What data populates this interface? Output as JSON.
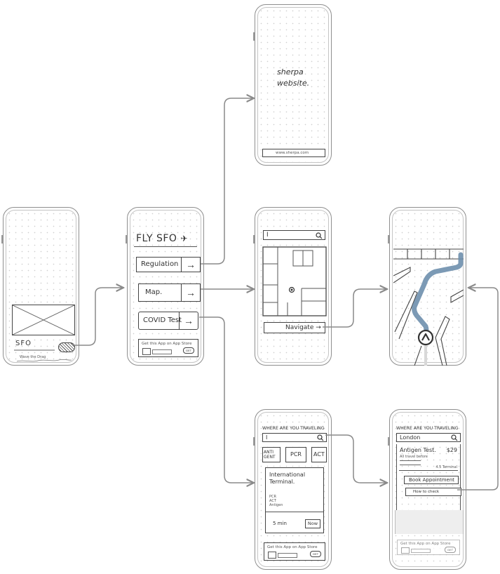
{
  "screen_home": {
    "code": "SFO",
    "footnote": "Wave the Drag"
  },
  "screen_menu": {
    "title": "FLY SFO",
    "items": [
      {
        "label": "Regulation"
      },
      {
        "label": "Map."
      },
      {
        "label": "COVID Test"
      }
    ],
    "banner_text": "Get this App on App Store",
    "banner_button": "GET"
  },
  "screen_web": {
    "line1": "sherpa",
    "line2": "website.",
    "url": "www.sherpa.com"
  },
  "screen_map": {
    "search_value": "I",
    "navigate_label": "Navigate"
  },
  "screen_covid": {
    "question": "WHERE ARE YOU TRAVELING",
    "search_value": "I",
    "filters": [
      "ANTI GENT",
      "PCR",
      "ACT"
    ],
    "card_title_1": "International",
    "card_title_2": "Terminal.",
    "card_tests": [
      "PCR",
      "ACT",
      "Antigen"
    ],
    "wait": "5 min",
    "now_label": "Now",
    "banner_text": "Get this App on App Store",
    "banner_button": "GET"
  },
  "screen_book": {
    "question": "WHERE ARE YOU TRAVELING",
    "search_value": "London",
    "result_title": "Antigen Test.",
    "result_price": "$29",
    "result_sub": "All travel before",
    "result_meta": "4.5 Terminal",
    "book_button": "Book Appointment",
    "howto_button": "How to check",
    "banner_text": "Get this App on App Store",
    "banner_button": "GET"
  },
  "colors": {
    "route": "#6e8fad",
    "outline": "#8e8e8e",
    "connector": "#8a8a8a",
    "ink": "#3a3a3a"
  }
}
